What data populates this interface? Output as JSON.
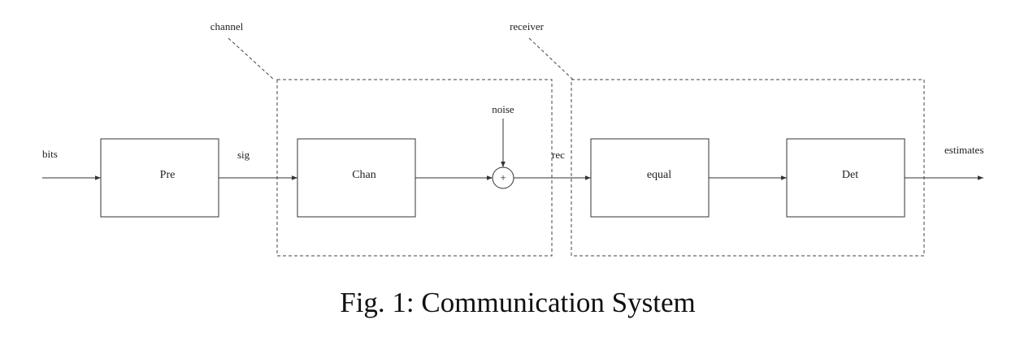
{
  "groups": {
    "channel": "channel",
    "receiver": "receiver"
  },
  "blocks": {
    "pre": "Pre",
    "chan": "Chan",
    "equal": "equal",
    "det": "Det"
  },
  "signals": {
    "bits": "bits",
    "sig": "sig",
    "noise": "noise",
    "rec": "rec",
    "estimates": "estimates"
  },
  "summer": {
    "symbol": "+"
  },
  "caption": "Fig. 1: Communication System"
}
